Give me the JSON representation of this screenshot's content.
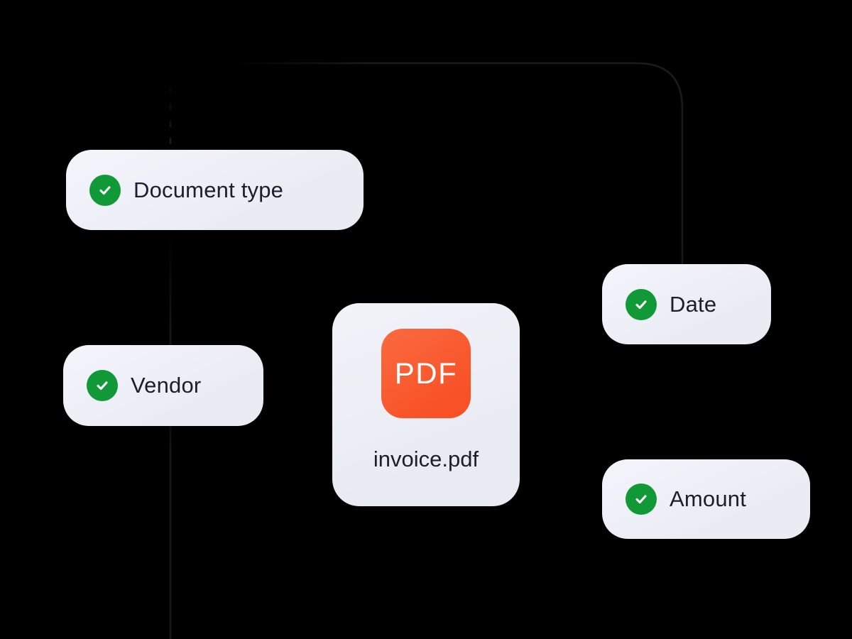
{
  "illustration": {
    "description_hint": "document data extraction diagram",
    "background": "#000000"
  },
  "colors": {
    "text_dark": "#1b1e2b",
    "check_green": "#129937",
    "pdf_orange": "#f85126",
    "pill_bg": "#edeff6",
    "connector_line": "rgba(240,243,252,0.10)"
  },
  "file_card": {
    "badge_label": "PDF",
    "file_name": "invoice.pdf"
  },
  "fields": [
    {
      "id": "document-type",
      "label": "Document type"
    },
    {
      "id": "vendor",
      "label": "Vendor"
    },
    {
      "id": "date",
      "label": "Date"
    },
    {
      "id": "amount",
      "label": "Amount"
    }
  ]
}
